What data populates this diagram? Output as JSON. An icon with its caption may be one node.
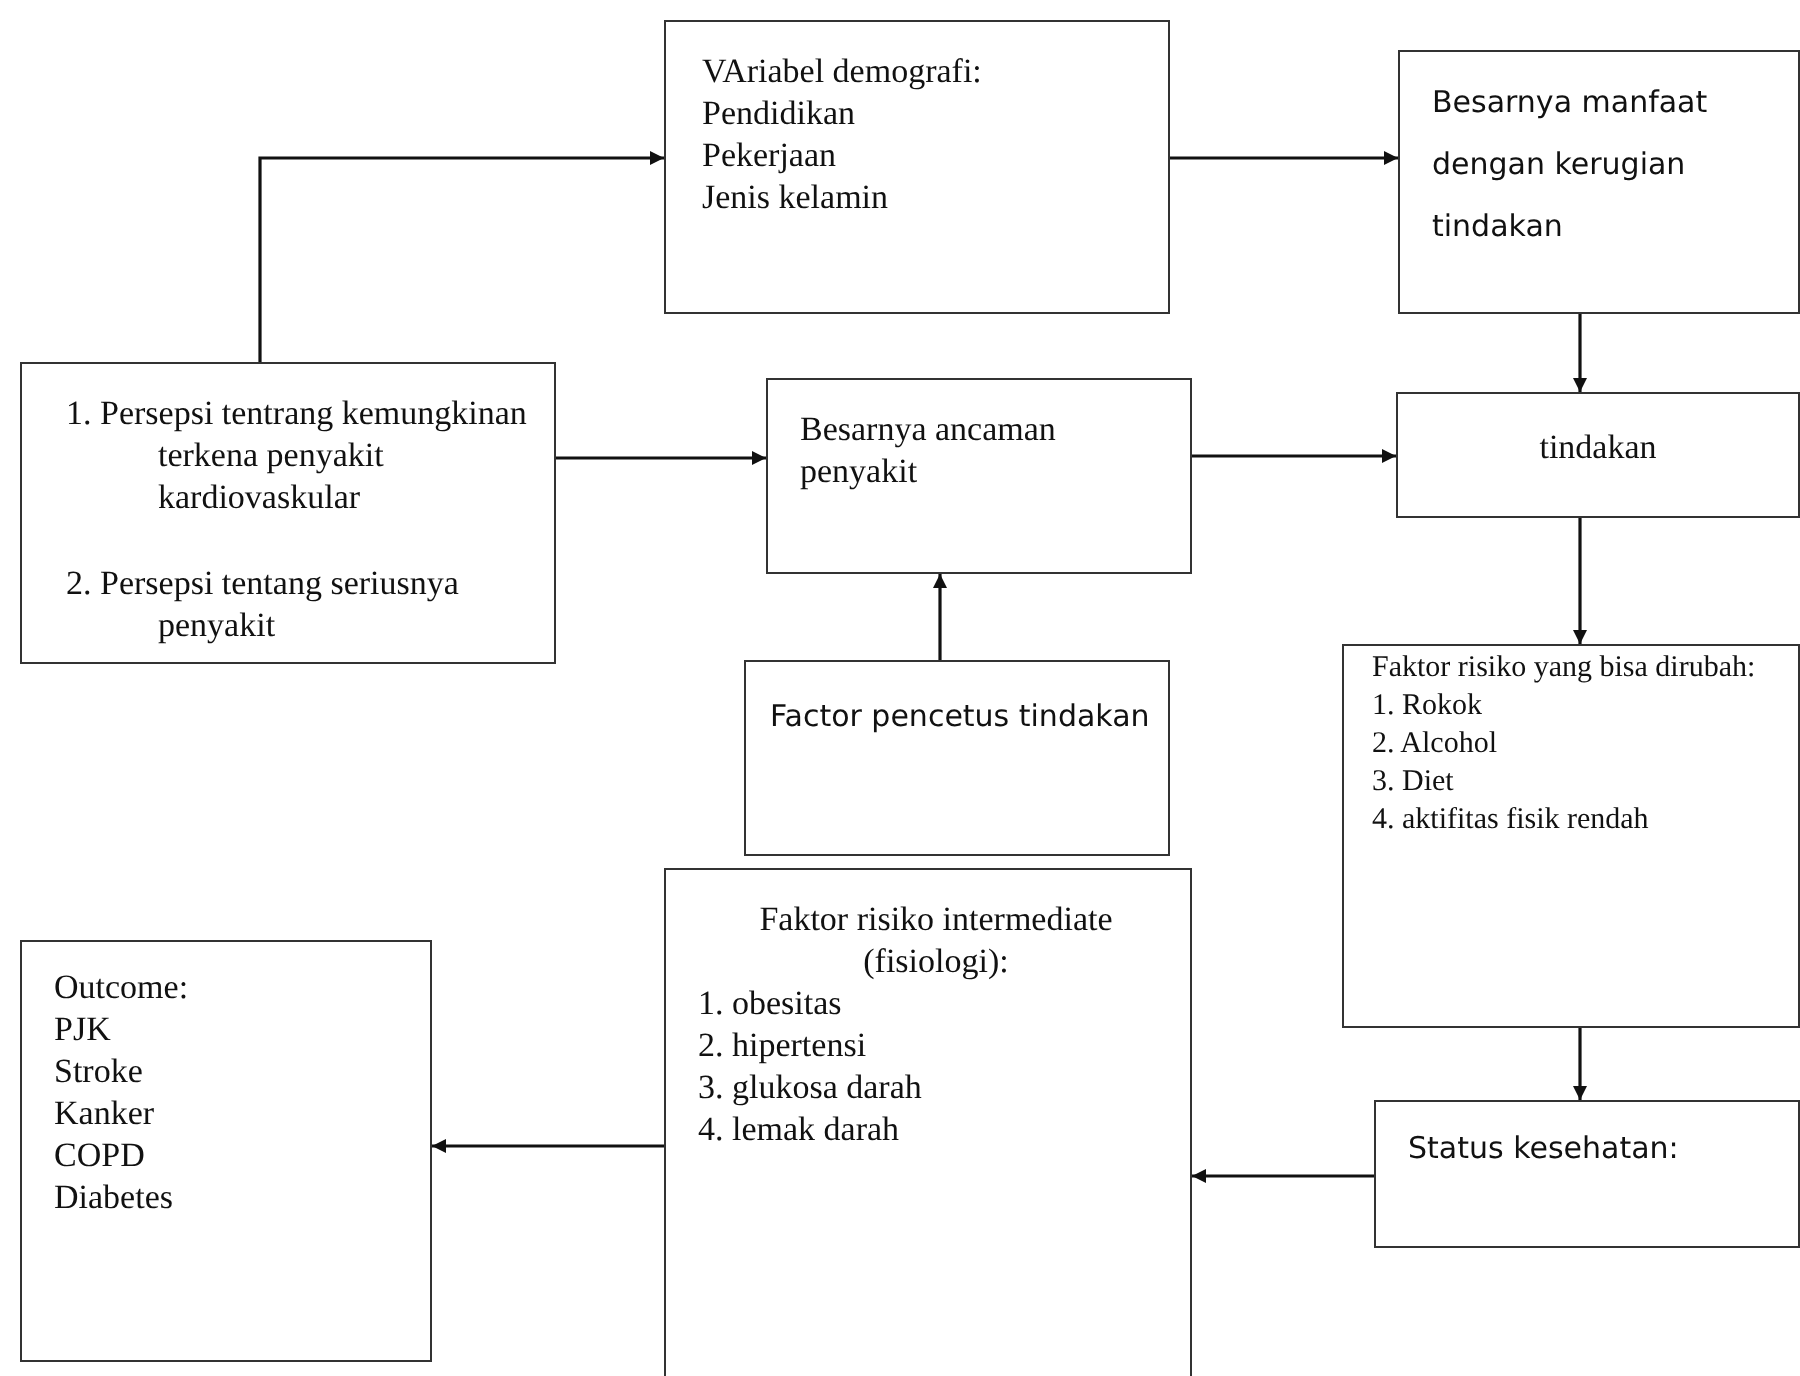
{
  "diagram": {
    "nodes": [
      {
        "text": [
          "1. Persepsi tentrang kemungkinan terkena penyakit kardiovaskular",
          "2. Persepsi tentang seriusnya penyakit"
        ]
      },
      {
        "text": [
          "VAriabel demografi:",
          "Pendidikan",
          "Pekerjaan",
          "Jenis kelamin"
        ]
      },
      {
        "text": [
          "Besarnya manfaat dengan kerugian tindakan"
        ]
      },
      {
        "text": [
          "Besarnya ancaman penyakit"
        ]
      },
      {
        "text": [
          "tindakan"
        ]
      },
      {
        "text": [
          "Factor pencetus tindakan"
        ]
      },
      {
        "text": [
          "Faktor risiko yang bisa dirubah:",
          "1. Rokok",
          "2. Alcohol",
          "3. Diet",
          "4. aktifitas fisik rendah"
        ]
      },
      {
        "text": [
          "Faktor risiko intermediate (fisiologi):",
          "1. obesitas",
          "2. hipertensi",
          "3. glukosa darah",
          "4. lemak darah"
        ]
      },
      {
        "text": [
          "Outcome:",
          "PJK",
          "Stroke",
          "Kanker",
          "COPD",
          "Diabetes"
        ]
      },
      {
        "text": [
          "Status kesehatan:"
        ]
      }
    ],
    "edges": [
      {
        "from": 0,
        "to": 1,
        "arrow": "to"
      },
      {
        "from": 1,
        "to": 2,
        "arrow": "to"
      },
      {
        "from": 0,
        "to": 3,
        "arrow": "to"
      },
      {
        "from": 3,
        "to": 4,
        "arrow": "to"
      },
      {
        "from": 2,
        "to": 4,
        "arrow": "to"
      },
      {
        "from": 4,
        "to": 6,
        "arrow": "to"
      },
      {
        "from": 5,
        "to": 3,
        "arrow": "to"
      },
      {
        "from": 6,
        "to": 9,
        "arrow": "to"
      },
      {
        "from": 9,
        "to": 7,
        "arrow": "to"
      },
      {
        "from": 7,
        "to": 8,
        "arrow": "to"
      }
    ]
  }
}
